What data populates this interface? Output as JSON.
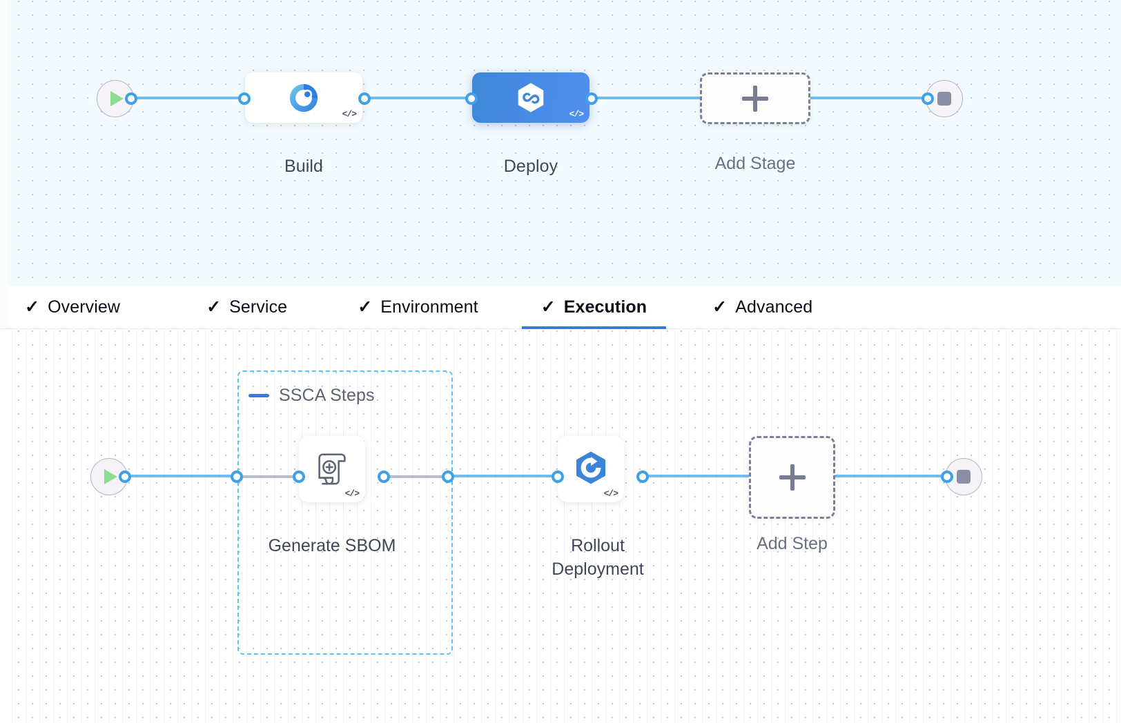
{
  "stage_pipeline": {
    "start_node": {
      "name": "pipeline-start",
      "icon": "play-icon"
    },
    "end_node": {
      "name": "pipeline-end",
      "icon": "stop-icon"
    },
    "stages": [
      {
        "label": "Build",
        "icon": "ci-build-icon",
        "selected": false,
        "badge": "</>"
      },
      {
        "label": "Deploy",
        "icon": "cd-deploy-icon",
        "selected": true,
        "badge": "</>"
      }
    ],
    "add_stage": {
      "label": "Add Stage",
      "icon": "plus-icon"
    }
  },
  "tabs": [
    {
      "label": "Overview",
      "check": "✓",
      "active": false
    },
    {
      "label": "Service",
      "check": "✓",
      "active": false
    },
    {
      "label": "Environment",
      "check": "✓",
      "active": false
    },
    {
      "label": "Execution",
      "check": "✓",
      "active": true
    },
    {
      "label": "Advanced",
      "check": "✓",
      "active": false
    }
  ],
  "step_pipeline": {
    "start_node": {
      "name": "execution-start",
      "icon": "play-icon"
    },
    "end_node": {
      "name": "execution-end",
      "icon": "stop-icon"
    },
    "group": {
      "title": "SSCA Steps",
      "collapse_icon": "minus-icon"
    },
    "steps": [
      {
        "label": "Generate SBOM",
        "icon": "sbom-scroll-icon",
        "badge": "</>",
        "in_group": true
      },
      {
        "label": "Rollout\nDeployment",
        "label_line1": "Rollout",
        "label_line2": "Deployment",
        "icon": "rollout-hexagon-icon",
        "badge": "</>",
        "in_group": false
      }
    ],
    "add_step": {
      "label": "Add Step",
      "icon": "plus-icon"
    }
  },
  "colors": {
    "accent_blue": "#3a7ad5",
    "connector_blue": "#6fbdf0",
    "selected_stage": "#3d87d8",
    "group_border": "#5fc0f5",
    "start_green": "#8ddc8e",
    "stop_gray": "#8a8fa8"
  }
}
